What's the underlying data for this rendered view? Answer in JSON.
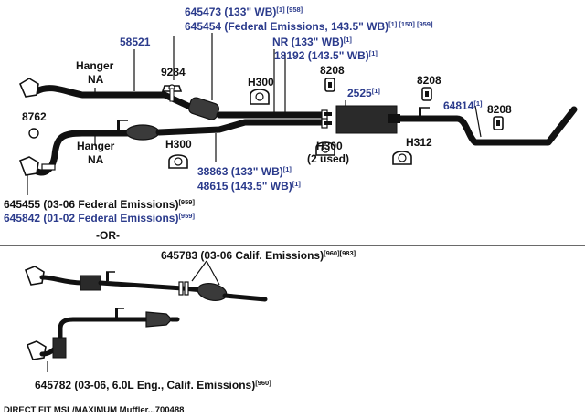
{
  "labels": {
    "p645473": "645473 (133\" WB)",
    "p645473_sup": "[1] [958]",
    "p645454": "645454 (Federal Emissions, 143.5\" WB)",
    "p645454_sup": "[1] [150] [959]",
    "p58521": "58521",
    "nr": "NR (133\" WB)",
    "nr_sup": "[1]",
    "p18192": "18192 (143.5\" WB)",
    "p18192_sup": "[1]",
    "hanger_na_top_1": "Hanger",
    "hanger_na_top_2": "NA",
    "p9284": "9284",
    "p8208_a": "8208",
    "h300_a": "H300",
    "p2525": "2525",
    "p2525_sup": "[1]",
    "p8208_b": "8208",
    "p64814": "64814",
    "p64814_sup": "[1]",
    "p8208_c": "8208",
    "p8762": "8762",
    "hanger_na_low_1": "Hanger",
    "hanger_na_low_2": "NA",
    "h300_b": "H300",
    "h300_c": "H300",
    "used": "(2 used)",
    "h312": "H312",
    "p38863": "38863 (133\" WB)",
    "p38863_sup": "[1]",
    "p48615": "48615 (143.5\" WB)",
    "p48615_sup": "[1]",
    "p645455": "645455 (03-06 Federal Emissions)",
    "p645455_sup": "[959]",
    "p645842": "645842 (01-02 Federal Emissions)",
    "p645842_sup": "[959]",
    "or": "-OR-",
    "p645783": "645783 (03-06 Calif. Emissions)",
    "p645783_sup": "[960][983]",
    "p645782": "645782 (03-06, 6.0L Eng., Calif. Emissions)",
    "p645782_sup": "[960]",
    "footer": "DIRECT FIT MSL/MAXIMUM Muffler...700488"
  },
  "colors": {
    "ink": "#111111",
    "part_number_blue": "#2b3b8c",
    "background": "#ffffff"
  }
}
